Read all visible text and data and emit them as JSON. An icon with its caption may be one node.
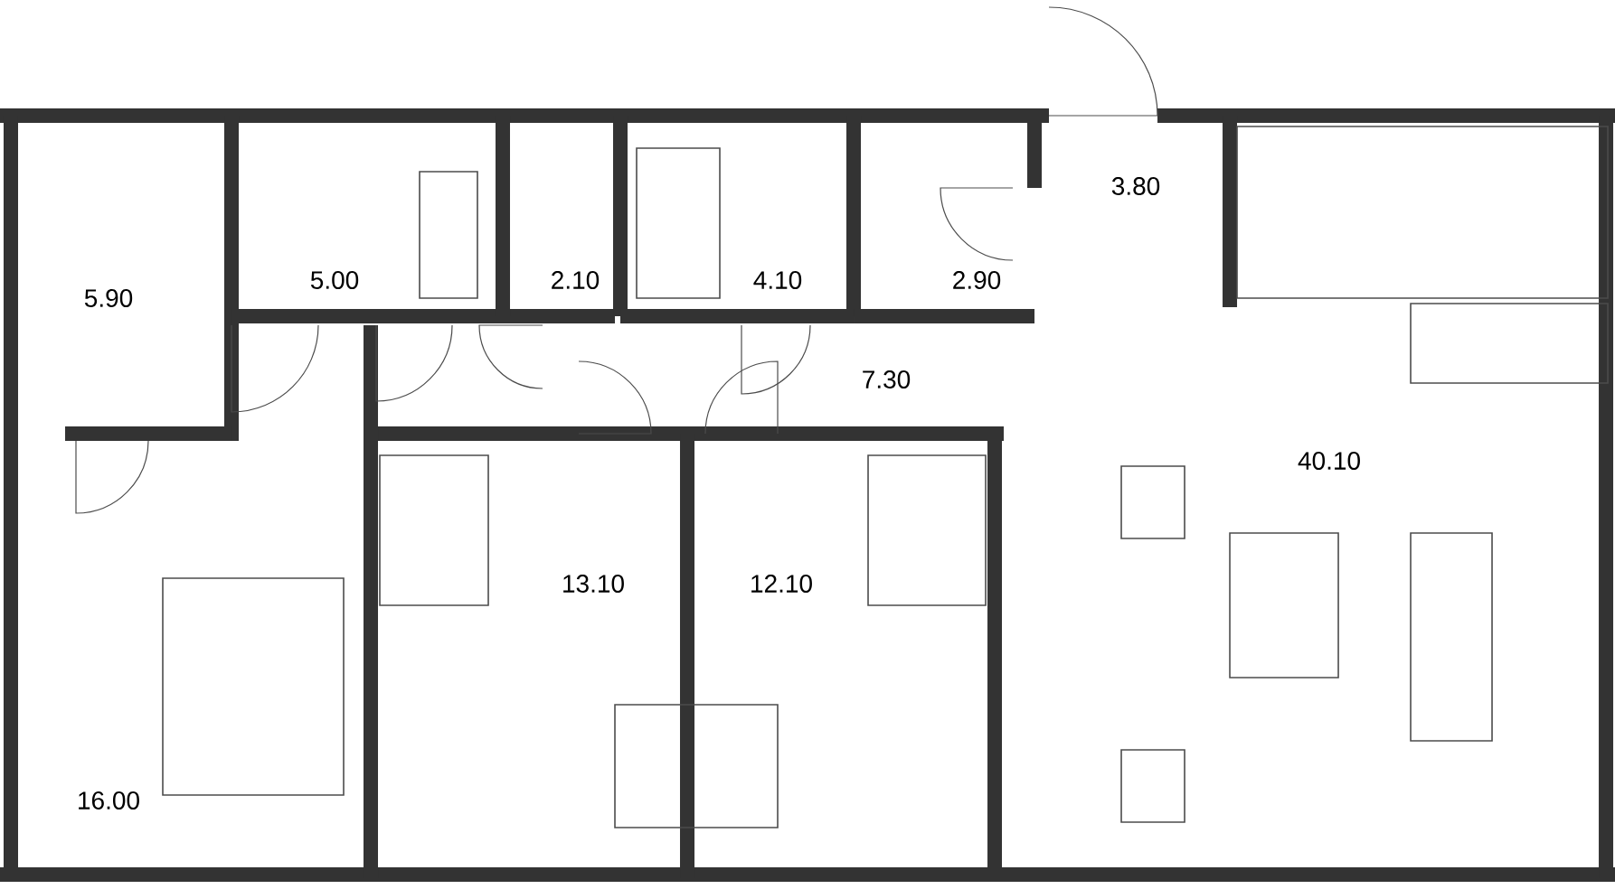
{
  "diagram": {
    "labels": [
      "3.80",
      "5.90",
      "5.00",
      "2.10",
      "4.10",
      "2.90",
      "7.30",
      "40.10",
      "13.10",
      "12.10",
      "16.00"
    ]
  }
}
